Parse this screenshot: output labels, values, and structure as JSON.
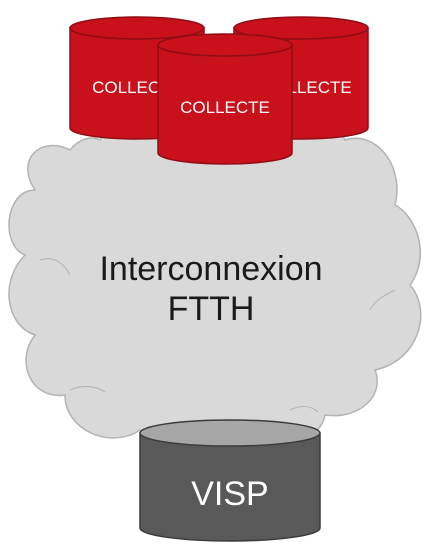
{
  "cloud": {
    "label_line1": "Interconnexion",
    "label_line2": "FTTH",
    "fill": "#d9d9d9",
    "stroke": "#b3b3b3"
  },
  "collecte": [
    {
      "label": "COLLECTE"
    },
    {
      "label": "COLLECTE"
    },
    {
      "label": "COLLECTE"
    }
  ],
  "collecte_colors": {
    "fill": "#c9111c",
    "stroke": "#8f0d14",
    "text": "#ffffff"
  },
  "visp": {
    "label": "VISP",
    "fill": "#595959",
    "top_fill": "#a6a6a6",
    "stroke": "#3b3b3b",
    "text": "#ffffff"
  }
}
